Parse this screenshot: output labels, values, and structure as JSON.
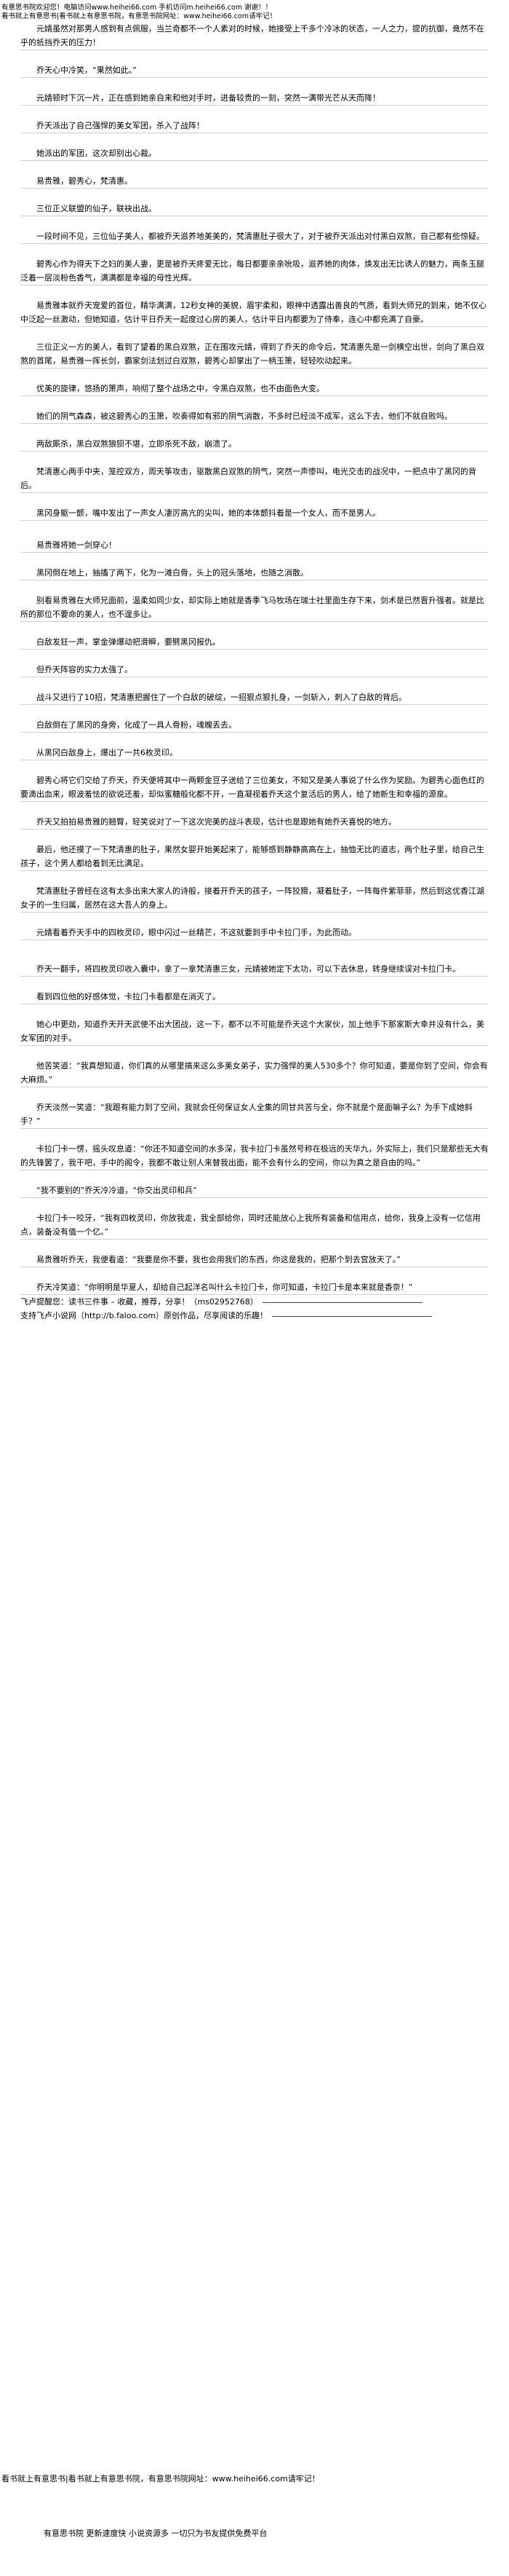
{
  "header": {
    "line1": "有意思书院欢迎您！电脑访问www.heihei66.com 手机访问m.heihei66.com 谢谢！！",
    "line2": "看书就上有意思书|看书就上有意思书院，有意思书院网址：www.heihei66.com请牢记！"
  },
  "paragraphs": [
    "元婧虽然对那男人感到有点佩服，当兰奇都不一个人素对的时候，她接受上千多个冷冰的状态，一人之力，提的抗御，竟然不在乎的抵挡乔天的压力！",
    "乔天心中冷笑，“果然如此。”",
    "元婧顿时下沉一片，正在感到她亲自来和他对手时，进备较贵的一刻，突然一满带光芒从天而降！",
    "乔天派出了自己强悍的美女军团，杀入了战阵！",
    "她派出的军团，这次却别出心裁。",
    "易贵雅，碧秀心，梵清惠。",
    "三位正义联盟的仙子，联袂出战。",
    "一段时间不见，三位仙子美人，都被乔天滋养地美美的，梵清惠肚子很大了，对于被乔天派出对付黑白双煞，自己都有些惊疑。",
    "碧秀心作为得天下之妇的美人妻，更是被乔天疼爱无比，每日都要亲亲吮吸，滋养她的肉体，焕发出无比诱人的魅力，两条玉腿泛着一层淡粉色香气，满满都是幸福的母性光辉。",
    "易贵雅本就乔天宠爱的首位，精华满满，12秒女神的美貌，眉宇柔和，眼神中透露出善良的气质，看到大师兄的到来，她不仅心中泛起一丝激动，但她知道，估计平日乔天一起度过心房的美人，估计平日内都要为了侍奉，连心中都充满了自豪。",
    "三位正义一方的美人，看到了望着的黑白双煞，正在围攻元婧，得到了乔天的命令后，梵清惠先是一剑横空出世，剑向了黑白双煞的首尾，易贵雅一挥长剑，霸家剑法划过白双煞，碧秀心却掌出了一柄玉箫，轻轻吹动起来。",
    "优美的旋律，悠扬的箫声，响彻了整个战场之中，令黑白双煞，也不由面色大变。",
    "她们的阴气森森，被这碧秀心的玉箫，吹奏得如有邪的阴气消散，不多时已经淡不成军，这么下去，他们不就自败吗。",
    "两敌厮杀，黑白双煞狼狈不堪，立即杀死不敌，崩溃了。",
    "梵清惠心两手中夹，笼控双方，周天筝攻击，驱散黑白双煞的阴气，突然一声惨叫，电光交击的战况中，一把点中了黑冈的背后。",
    "黑冈身躯一颤，嘴中发出了一声女人凄厉高亢的尖叫，她的本体颤抖着是一个女人，而不是男人。",
    "易贵雅将她一剑穿心！",
    "黑冈倒在地上，抽搐了两下，化为一滩白骨，头上的冠头落地，也随之消散。",
    "别看易贵雅在大师兄面前，温柔如同少女，却实际上她就是香季飞马牧场在瑞士社里面生存下来，剑术是已然晋升强者。就是比所的那位不要命的美人，也不遑多让。",
    "白敌发狂一声，掌金弹爆动把滑瞬，要劈黑冈报仇。",
    "但乔天阵容的实力太强了。",
    "战斗又进行了10招，梵清惠把握住了一个白敌的破绽，一招狠点狠扎身，一剑斩入，刺入了白敌的背后。",
    "白敌倒在了黑冈的身旁，化成了一具人骨粉，魂魄丢去。",
    "从黑冈白敌身上，爆出了一共6枚灵印。",
    "碧秀心将它们交给了乔天，乔天便将其中一两颗金豆子送给了三位美女，不知又是美人事说了什么作为奖励。为碧秀心面色红的要滴出血来，眼波羞怯的欲说还羞，却似蜜糖般化都不开，一直凝视着乔天这个复活后的男人，给了她新生和幸福的源泉。",
    "乔天又拍拍易贵雅的翘臀，轻笑说对了一下这次完美的战斗表现，估计也是跟她有她乔天喜悦的地方。",
    "最后，他还摸了一下梵清惠的肚子，果然女婴开始美起来了，能够感到静静高高在上，抽恤无比的道志，两个肚子里，给自己生孩子，这个男人都给着到无比满足。",
    "梵清惠肚子曾经在这有太多出来大家人的诗般，接着开乔天的孩子，一阵狡猾，凝着肚子，一阵每件紫菲菲，然后到这优香江湖女子的一生归属，居然在这大吾人的身上。",
    "元婧看着乔天手中的四枚灵印，眼中闪过一丝精芒，不这就要到手中卡拉门手，为此而动。",
    "乔天一翻手，将四枚灵印收入囊中，拿了一拿梵清惠三女，元婧被她定下太功，可以下去休息，转身继续误对卡拉门卡。",
    "看到四位他的好感体觉，卡拉门卡看都是在消灭了。",
    "她心中更劲，知道乔天开天武使不出大团战，这一下，都不以不可能是乔天这个大家伙，加上他手下那家斯大幸并没有什么，美女军团的对手。",
    "他苦笑道：“我真想知道，你们真的从哪里搞来这么多美女弟子，实力强悍的美人530多个？你可知道，要是你到了空间，你会有大麻烦。”",
    "乔天淡然一笑道：“我跟有能力到了空间，我就会任何保证女人全集的同甘共苦与全，你不就是个是面嘛子么？为手下成她斜手？”",
    "卡拉门卡一愣，摇头叹息道：“你还不知道空间的水多深，我卡拉门卡虽然号称在极远的天华九，外实际上，我们只是那些无大有的先锋罢了，我干吧，手中的阁令，我都不敢让别人来替我出面，能不会有什么的空间，你以为真之是自由的吗。”",
    "“我不要别的”乔天冷冷道，“你交出灵印和兵”",
    "卡拉门卡一咬牙，“我有四枚灵印，你放我走，我全部给你，同时还能放心上我所有装备和信用点，给你，我身上没有一亿信用点，装备没有值一个亿。”",
    "易贵雅听乔天，我便看道：“我要是你不要，我也会用我们的东西，你这是我的，把那个到去宫放天了。”",
    "乔天冷笑道：“你明明是华夏人，却给自己起洋名叫什么卡拉门卡，你可知道，卡拉门卡是本来就是香奈！”"
  ],
  "footer": {
    "line1": "飞卢提醒您：读书三件事 – 收藏，推荐，分享！（ms02952768）",
    "line2": "支持飞卢小说网（http://b.faloo.com）原创作品，尽享阅读的乐趣！",
    "site": "看书就上有意思书|看书就上有意思书院，有意思书院网址：www.heihei66.com请牢记！",
    "bottom": "有意思书院 更新速度快 小说资源多 一切只为书友提供免费平台"
  }
}
